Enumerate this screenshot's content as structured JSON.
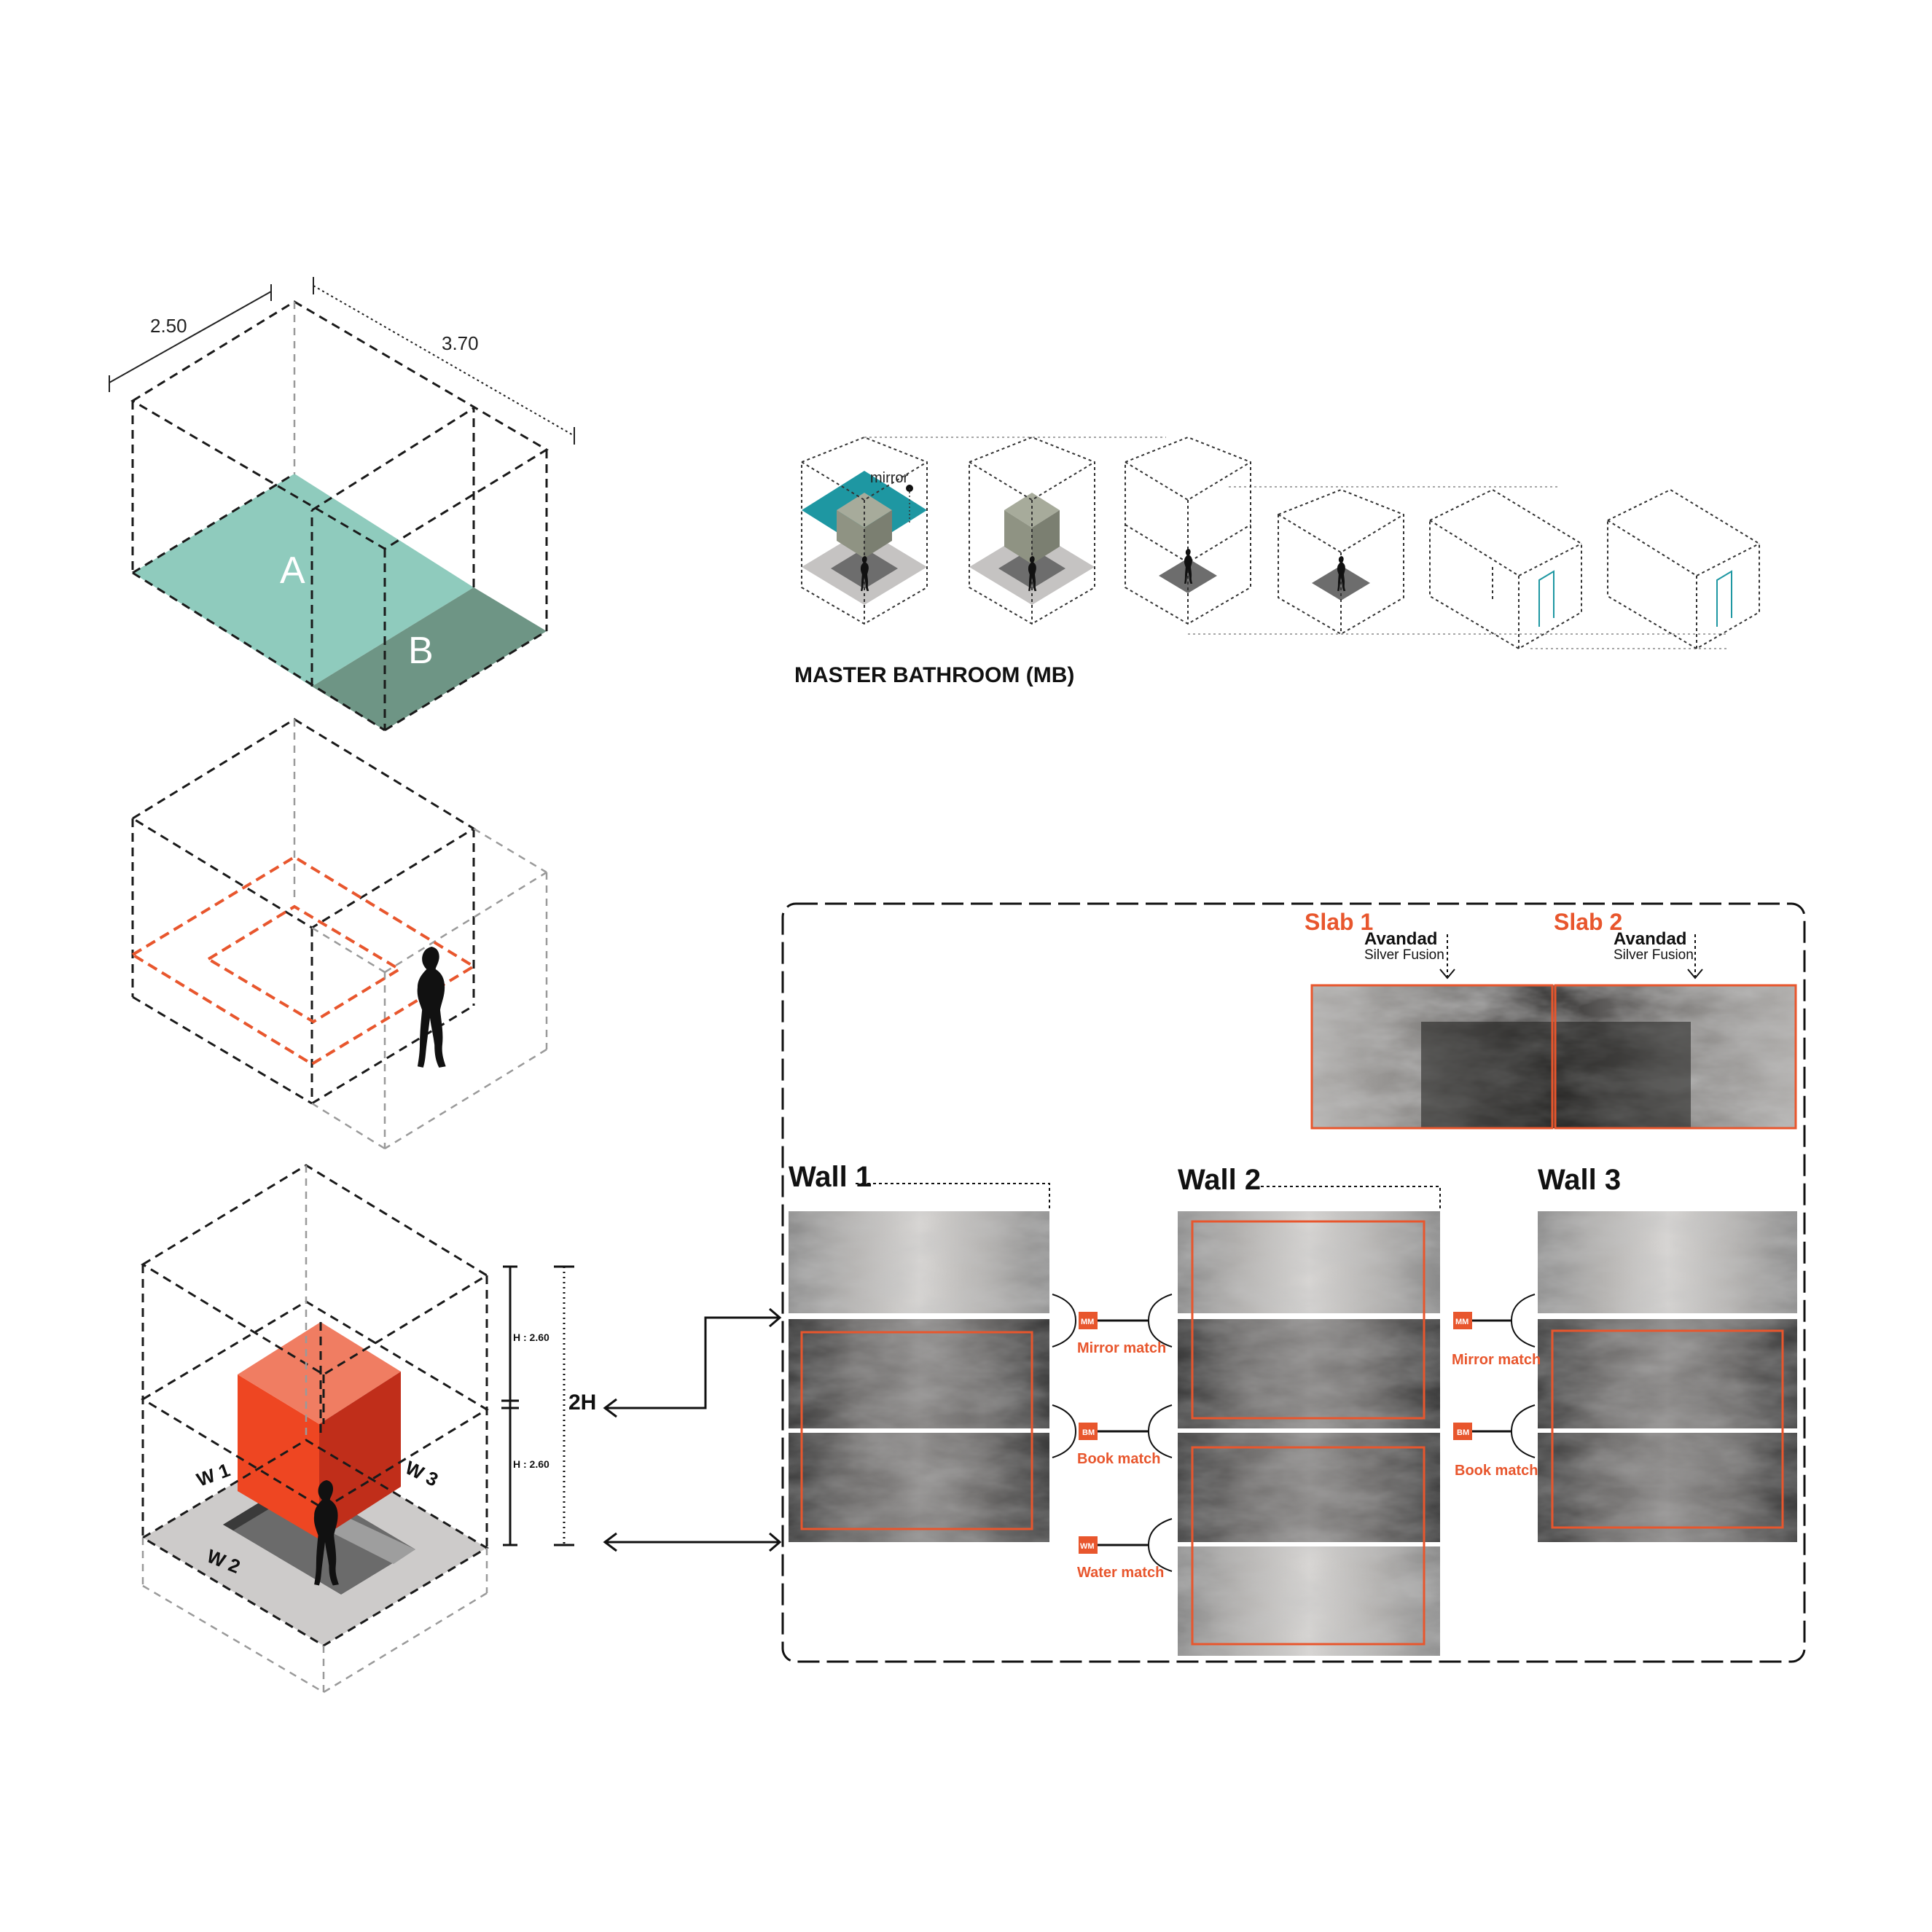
{
  "top_box": {
    "dim_width": "2.50",
    "dim_length": "3.70",
    "zone_a": "A",
    "zone_b": "B",
    "color_a": "#8fcbbd",
    "color_b": "#6e9585"
  },
  "mb_sequence": {
    "mirror_label": "mirror",
    "title": "MASTER BATHROOM (MB)",
    "teal": "#1e97a2",
    "vanity": "#8f9383"
  },
  "cube_box": {
    "height_top": "H : 2.60",
    "height_bottom": "H : 2.60",
    "double_height": "2H",
    "w1": "W 1",
    "w2": "W 2",
    "w3": "W 3",
    "cube_front": "#ee4622",
    "cube_top": "#f07d62",
    "cube_side": "#c02e1a"
  },
  "panel": {
    "slab1": {
      "title": "Slab 1",
      "brand": "Avandad",
      "finish": "Silver Fusion"
    },
    "slab2": {
      "title": "Slab 2",
      "brand": "Avandad",
      "finish": "Silver Fusion"
    },
    "walls": [
      {
        "title": "Wall 1"
      },
      {
        "title": "Wall  2"
      },
      {
        "title": "Wall 3"
      }
    ],
    "matches": {
      "mirror": {
        "code": "MM",
        "label": "Mirror match"
      },
      "book": {
        "code": "BM",
        "label": "Book match"
      },
      "water": {
        "code": "WM",
        "label": "Water match"
      }
    },
    "accent": "#e8562d"
  }
}
